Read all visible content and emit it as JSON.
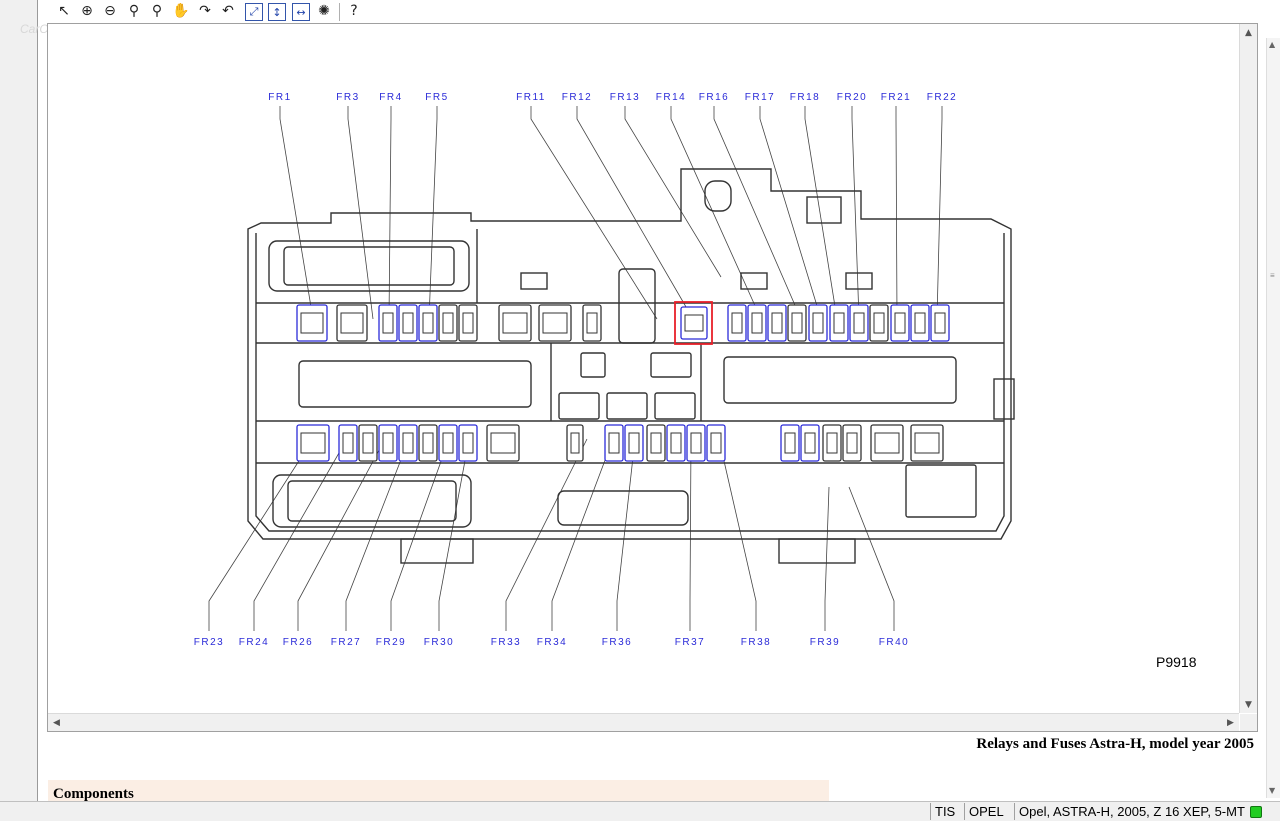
{
  "toolbar": {
    "icons": [
      "pointer-icon",
      "zoom-in-icon",
      "zoom-out-icon",
      "zoom-icon",
      "zoom-area-icon",
      "pan-hand-icon",
      "rotate-cw-icon",
      "rotate-ccw-icon",
      "fit-page-icon",
      "fit-height-icon",
      "fit-width-icon",
      "highlight-icon",
      "help-icon"
    ]
  },
  "watermark": "CarOpel.com",
  "diagram": {
    "top_labels": [
      "FR1",
      "FR3",
      "FR4",
      "FR5",
      "FR11",
      "FR12",
      "FR13",
      "FR14",
      "FR16",
      "FR17",
      "FR18",
      "FR20",
      "FR21",
      "FR22"
    ],
    "bottom_labels": [
      "FR23",
      "FR24",
      "FR26",
      "FR27",
      "FR29",
      "FR30",
      "FR33",
      "FR34",
      "FR36",
      "FR37",
      "FR38",
      "FR39",
      "FR40"
    ],
    "code": "P9918",
    "highlight_color": "#e8202a",
    "label_color": "#2b2bd8"
  },
  "caption": "Relays and Fuses Astra-H, model year 2005",
  "components": {
    "heading": "Components"
  },
  "statusbar": {
    "app": "TIS",
    "brand": "OPEL",
    "vehicle": "Opel, ASTRA-H, 2005, Z 16 XEP, 5-MT"
  }
}
